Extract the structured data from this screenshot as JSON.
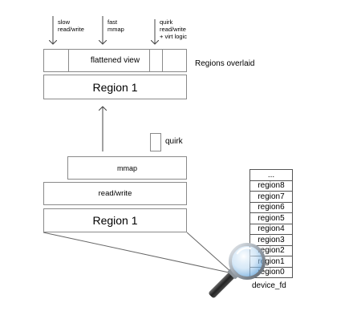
{
  "access_labels": {
    "slow": "slow\nread/write",
    "fast": "fast\nmmap",
    "quirk": "quirk\nread/write\n+ virt logic"
  },
  "top_stack": {
    "flattened_view": "flattened view",
    "region": "Region 1",
    "overlay_caption": "Regions overlaid"
  },
  "bottom_stack": {
    "quirk": "quirk",
    "mmap": "mmap",
    "read_write": "read/write",
    "region": "Region 1"
  },
  "device_fd": {
    "regions": [
      "...",
      "region8",
      "region7",
      "region6",
      "region5",
      "region4",
      "region3",
      "region2",
      "region1",
      "region0"
    ],
    "label": "device_fd"
  },
  "colors": {
    "border": "#8a8a8a",
    "lens_glass": "#7fb6e6",
    "lens_rim": "#9aa3ad",
    "handle": "#3a3a3a"
  },
  "icons": [
    "magnifying-glass-icon",
    "arrow-down-icon",
    "arrow-up-icon"
  ]
}
